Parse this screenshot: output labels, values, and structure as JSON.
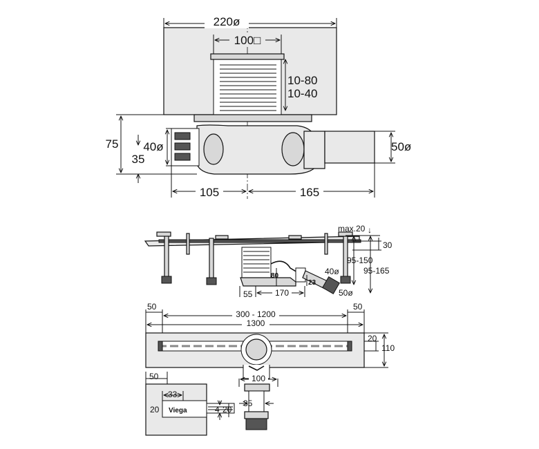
{
  "top_view": {
    "width_dia": "220ø",
    "grate_size": "100□",
    "height_range_a": "10-80",
    "height_range_b": "10-40",
    "overall_height": "75",
    "outlet_height": "35",
    "inlet_dia": "40ø",
    "outlet_dia": "50ø",
    "left_offset": "105",
    "right_offset": "165"
  },
  "channel_side": {
    "max_label": "max.20",
    "arrow_glyph": "↓",
    "dim_30": "30",
    "range_95_150": "95-150",
    "range_95_165": "95-165",
    "dia_40": "40ø",
    "dim_80": "80",
    "dim_23": "23",
    "dim_55": "55",
    "dim_170": "170",
    "dia_50": "50ø"
  },
  "channel_plan": {
    "left_50": "50",
    "span": "300 - 1200",
    "right_50": "50",
    "total": "1300",
    "dim_20": "20",
    "dim_110": "110",
    "dim_100": "100"
  },
  "detail": {
    "dim_50": "50",
    "dim_33": "33",
    "dim_20_left": "20",
    "brand": "Viega",
    "dim_4": "4",
    "dim_20_right": "20",
    "dim_35": "35"
  }
}
